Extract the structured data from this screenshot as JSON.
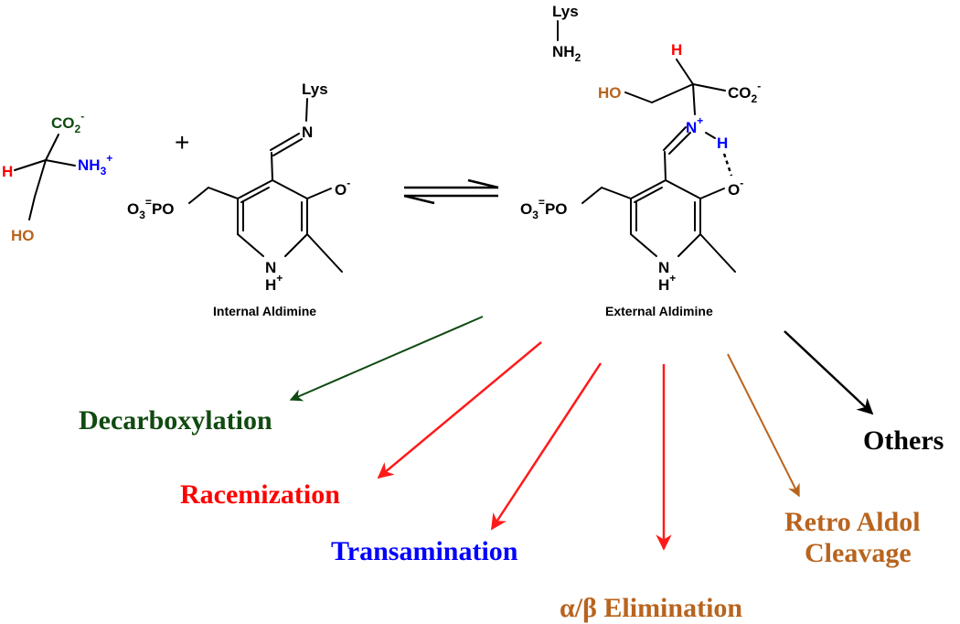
{
  "colors": {
    "black": "#000000",
    "red": "#ff0000",
    "blue": "#0000ff",
    "green": "#104a10",
    "brown": "#b8641e",
    "dark_green_arrow": "#0f4a12"
  },
  "serine": {
    "co2": "CO",
    "co2_sub": "2",
    "co2_charge": "-",
    "h": "H",
    "nh3": "NH",
    "nh3_sub": "3",
    "nh3_charge": "+",
    "ho": "HO"
  },
  "plus": "+",
  "internal": {
    "lys": "Lys",
    "n": "N",
    "o_minus": "O",
    "o_charge": "-",
    "phosphate_o3": "O",
    "phosphate_sub": "3",
    "phosphate_charge": "=",
    "phosphate_po": "PO",
    "nh": "N",
    "h_plus": "H",
    "h_charge": "+",
    "caption": "Internal Aldimine"
  },
  "external": {
    "lys": "Lys",
    "nh2": "NH",
    "nh2_sub": "2",
    "h": "H",
    "ho": "HO",
    "co2": "CO",
    "co2_sub": "2",
    "co2_charge": "-",
    "n_plus": "N",
    "n_charge": "+",
    "h_bond": "H",
    "o_minus": "O",
    "o_charge": "-",
    "phosphate_o3": "O",
    "phosphate_sub": "3",
    "phosphate_charge": "=",
    "phosphate_po": "PO",
    "nh": "N",
    "h_plus": "H",
    "h_charge": "+",
    "caption": "External Aldimine"
  },
  "outcomes": {
    "decarboxylation": "Decarboxylation",
    "racemization": "Racemization",
    "transamination": "Transamination",
    "elimination": "α/β Elimination",
    "retro_line1": "Retro Aldol",
    "retro_line2": "Cleavage",
    "others": "Others"
  }
}
